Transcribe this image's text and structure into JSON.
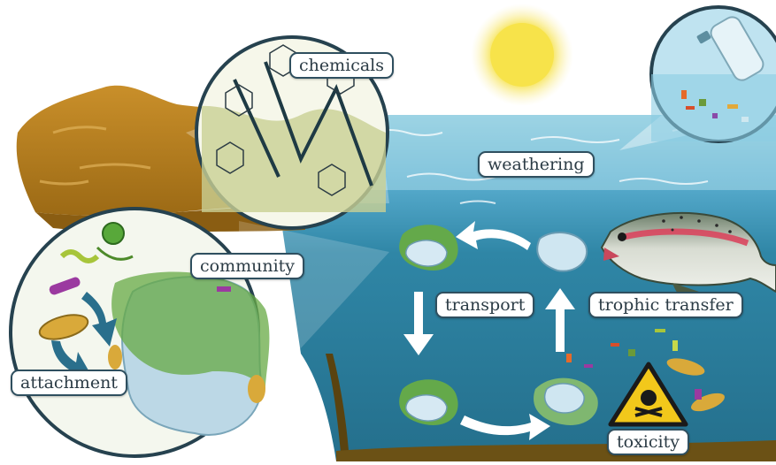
{
  "labels": {
    "chemicals": "chemicals",
    "weathering": "weathering",
    "community": "community",
    "transport": "transport",
    "trophic_transfer": "trophic transfer",
    "attachment": "attachment",
    "toxicity": "toxicity"
  },
  "colors": {
    "ocean_deep": "#2d7f9e",
    "ocean_surface": "#bfe3ef",
    "sky": "#ffffff",
    "sun": "#f7e34a",
    "land": "#b07a1c",
    "seabed": "#5a4310",
    "warning_yellow": "#f2c81b",
    "arrow": "#ffffff"
  }
}
